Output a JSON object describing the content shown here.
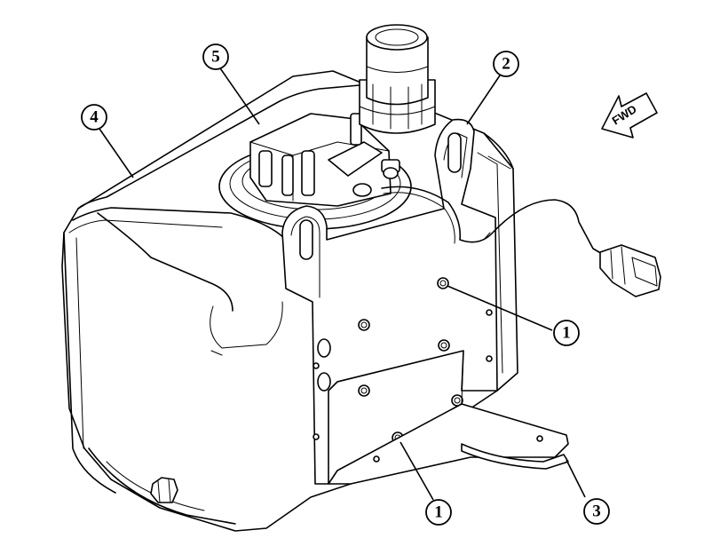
{
  "callouts": [
    {
      "id": "c1a",
      "label": "1"
    },
    {
      "id": "c1b",
      "label": "1"
    },
    {
      "id": "c2",
      "label": "2"
    },
    {
      "id": "c3",
      "label": "3"
    },
    {
      "id": "c4",
      "label": "4"
    },
    {
      "id": "c5",
      "label": "5"
    }
  ],
  "direction_arrow": {
    "label": "FWD",
    "icon": "fwd-arrow-icon"
  },
  "colors": {
    "stroke": "#000000",
    "background": "#ffffff"
  }
}
